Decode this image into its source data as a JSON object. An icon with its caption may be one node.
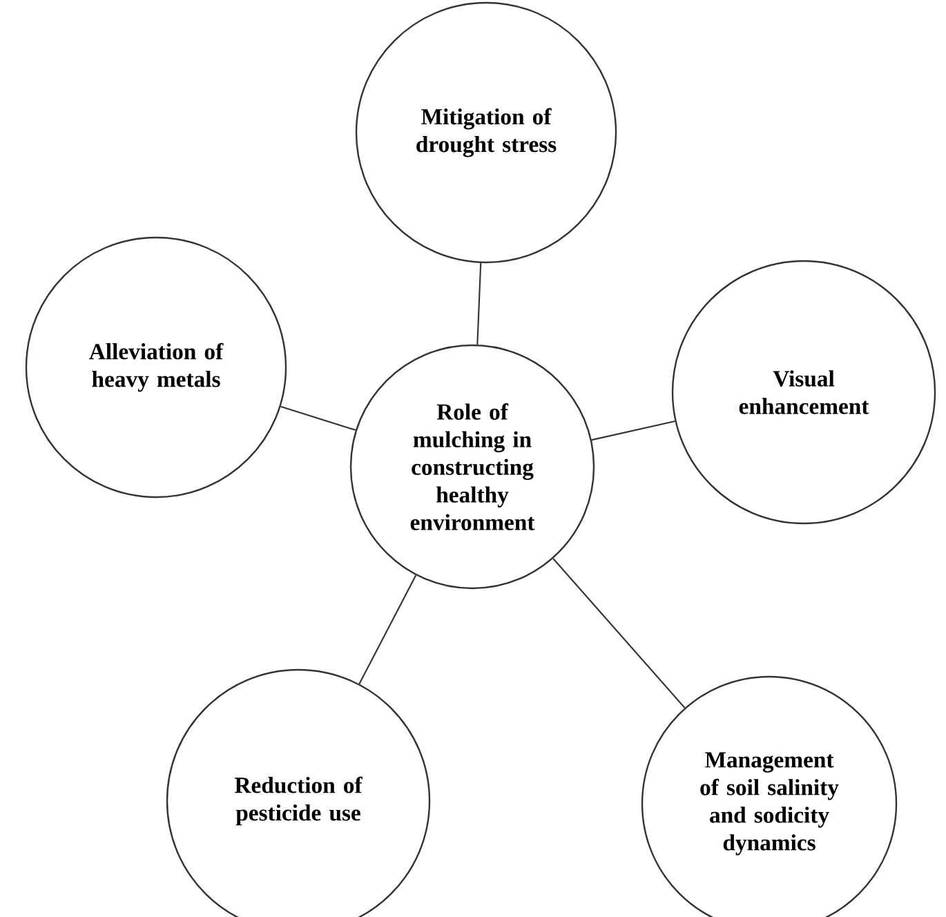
{
  "diagram": {
    "nodes": [
      {
        "text": [
          "Role of mulching in constructing healthy environment"
        ]
      },
      {
        "text": [
          "Mitigation of drought stress"
        ]
      },
      {
        "text": [
          "Alleviation of heavy metals"
        ]
      },
      {
        "text": [
          "Visual enhancement"
        ]
      },
      {
        "text": [
          "Reduction of pesticide use"
        ]
      },
      {
        "text": [
          "Management of soil salinity and sodicity dynamics"
        ]
      }
    ],
    "edges": [
      {
        "from": 0,
        "to": 1,
        "arrow": "none"
      },
      {
        "from": 0,
        "to": 2,
        "arrow": "none"
      },
      {
        "from": 0,
        "to": 3,
        "arrow": "none"
      },
      {
        "from": 0,
        "to": 4,
        "arrow": "none"
      },
      {
        "from": 0,
        "to": 5,
        "arrow": "none"
      }
    ]
  }
}
